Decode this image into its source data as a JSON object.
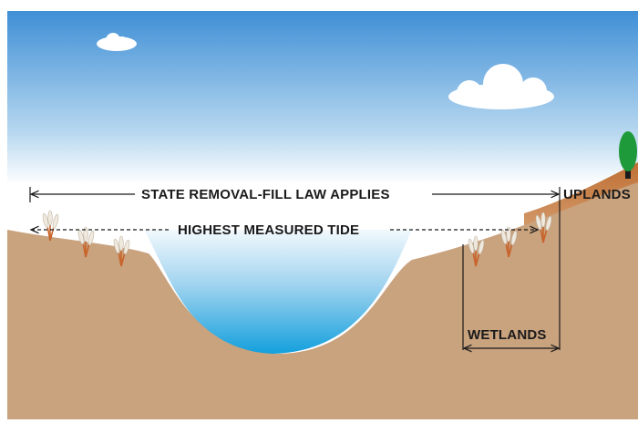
{
  "labels": {
    "removal_fill": "STATE REMOVAL-FILL LAW APPLIES",
    "highest_tide": "HIGHEST MEASURED TIDE",
    "uplands": "UPLANDS",
    "wetlands": "WETLANDS"
  },
  "colors": {
    "sky_top": "#3f8fd6",
    "sky_bottom": "#ffffff",
    "ground": "#c9a27e",
    "upland_ground": "#c2763c",
    "water_top": "#e8f4fb",
    "water_bottom": "#1aa4e0",
    "cloud": "#ffffff",
    "tree": "#1f9a3a",
    "reed_stem": "#c8632a",
    "reed_head": "#efe9de",
    "line": "#1a1a1a"
  },
  "icons": {
    "cloud": "cloud-icon",
    "tree": "tree-icon",
    "reed": "cattail-reed-icon"
  }
}
